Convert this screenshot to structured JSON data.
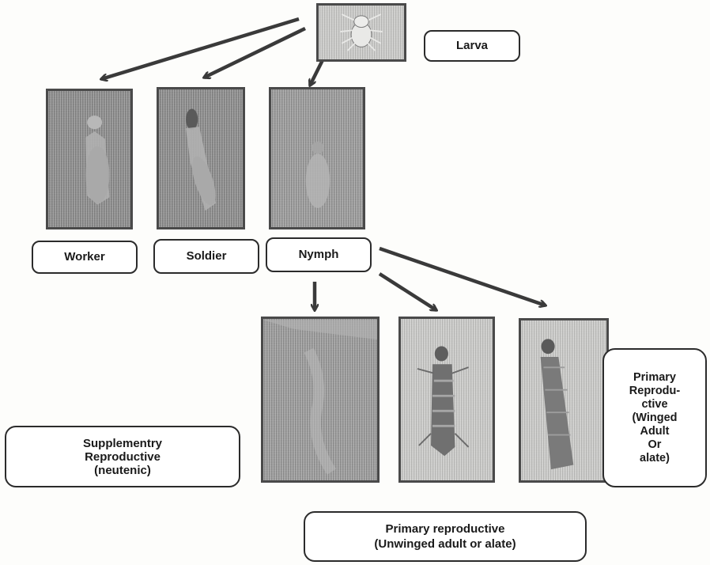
{
  "labels": {
    "larva": "Larva",
    "worker": "Worker",
    "soldier": "Soldier",
    "nymph": "Nymph",
    "supplementary": "Supplementry\nReproductive\n(neutenic)",
    "primary_winged": "Primary\nReprodu-\nctive\n(Winged\nAdult\nOr\nalate)",
    "primary_unwinged": "Primary reproductive\n(Unwinged adult  or alate)"
  },
  "icons": {
    "larva": "larva-photo-icon",
    "worker": "worker-termite-photo-icon",
    "soldier": "soldier-termite-photo-icon",
    "nymph": "nymph-termite-photo-icon",
    "supplementary": "neotenic-termite-photo-icon",
    "unwinged": "unwinged-adult-photo-icon",
    "winged": "winged-alate-photo-icon"
  },
  "colors": {
    "arrow": "#3a3a3a",
    "box_border": "#2b2b2b",
    "photo_border": "#4a4a4a"
  }
}
